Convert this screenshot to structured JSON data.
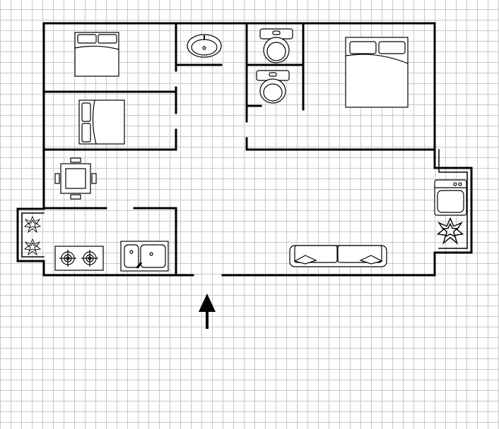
{
  "plan": {
    "colors": {
      "wall": "#000000",
      "grid": "#c8c8c8",
      "background": "#ffffff"
    },
    "rooms": [
      "bedroom-top-left",
      "bedroom-middle-left",
      "dining-area",
      "kitchen",
      "bathroom",
      "toilet-room",
      "master-bedroom",
      "living-room",
      "balcony"
    ],
    "fixtures": [
      "double-bed-icon",
      "double-bed-icon",
      "double-bed-icon",
      "dining-table-icon",
      "stove-icon",
      "kitchen-sink-icon",
      "washbasin-icon",
      "toilet-icon",
      "toilet-icon",
      "sofa-icon",
      "washing-machine-icon",
      "plant-icon",
      "plant-icon",
      "plant-icon"
    ],
    "entrance": "entrance-arrow-icon"
  }
}
